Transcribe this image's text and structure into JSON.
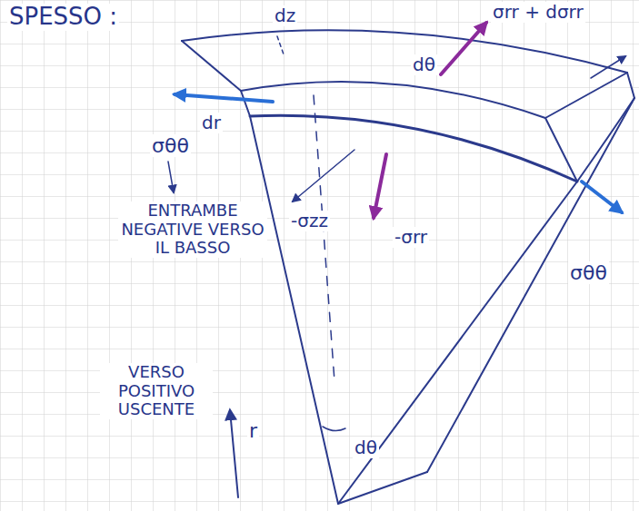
{
  "diagram": {
    "labels": [
      "SPESSO :",
      "dz",
      "dθ",
      "dr",
      "σθθ",
      "σrr + dσrr",
      "-σzz",
      "-σrr",
      "σθθ",
      "ENTRAMBE NEGATIVE VERSO IL BASSO",
      "VERSO POSITIVO USCENTE",
      "r",
      "dθ"
    ]
  }
}
